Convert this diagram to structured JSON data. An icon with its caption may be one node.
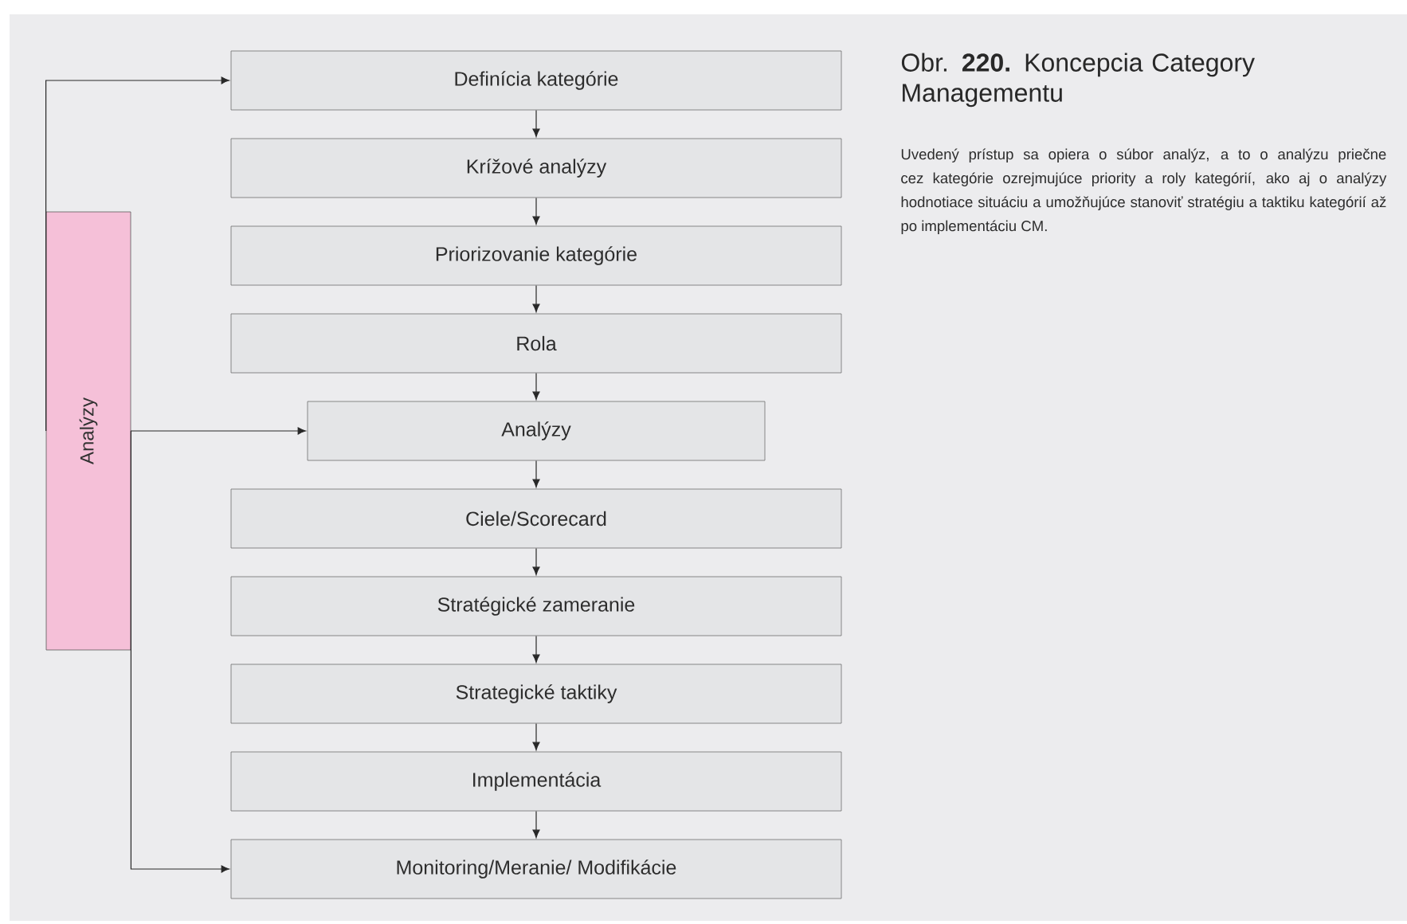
{
  "diagram": {
    "title": "Obr. **220.** Koncepcia Category Managementu",
    "caption": "Uvedený prístup sa opiera o súbor analýz, a to o analýzu priečne cez kategórie ozrejmujúce priority a roly kategórií, ako aj o analýzy hodnotiace situáciu a umožňujúce stanoviť stratégiu a taktiku kategórií až po implementáciu CM.",
    "nodes": [
      {
        "text": [
          "Analýzy"
        ]
      },
      {
        "text": [
          "Definícia kategórie"
        ]
      },
      {
        "text": [
          "Krížové  analýzy"
        ]
      },
      {
        "text": [
          "Priorizovanie kategórie"
        ]
      },
      {
        "text": [
          "Rola"
        ]
      },
      {
        "text": [
          "Analýzy"
        ]
      },
      {
        "text": [
          "Ciele/Scorecard"
        ]
      },
      {
        "text": [
          "Stratégické zameranie"
        ]
      },
      {
        "text": [
          "Strategické taktiky"
        ]
      },
      {
        "text": [
          "Implementácia"
        ]
      },
      {
        "text": [
          "Monitoring/Meranie/ Modifikácie"
        ]
      }
    ],
    "edges": [
      {
        "from": 0,
        "to": 1,
        "arrow": "to"
      },
      {
        "from": 0,
        "to": 5,
        "arrow": "to"
      },
      {
        "from": 0,
        "to": 10,
        "arrow": "to"
      },
      {
        "from": 1,
        "to": 2,
        "arrow": "to"
      },
      {
        "from": 2,
        "to": 3,
        "arrow": "to"
      },
      {
        "from": 3,
        "to": 4,
        "arrow": "to"
      },
      {
        "from": 4,
        "to": 5,
        "arrow": "to"
      },
      {
        "from": 5,
        "to": 6,
        "arrow": "to"
      },
      {
        "from": 6,
        "to": 7,
        "arrow": "to"
      },
      {
        "from": 7,
        "to": 8,
        "arrow": "to"
      },
      {
        "from": 8,
        "to": 9,
        "arrow": "to"
      },
      {
        "from": 9,
        "to": 10,
        "arrow": "to"
      }
    ]
  }
}
